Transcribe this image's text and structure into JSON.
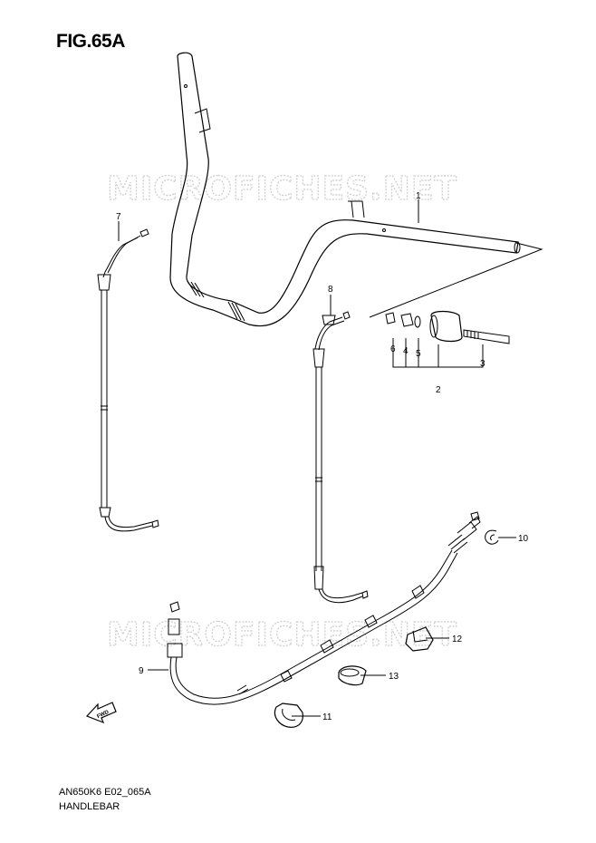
{
  "figure": {
    "title": "FIG.65A",
    "code": "AN650K6 E02_065A",
    "caption": "HANDLEBAR",
    "watermark": "MICROFICHES.NET",
    "fwd_label": "FWD"
  },
  "parts": [
    {
      "ref": "1"
    },
    {
      "ref": "2"
    },
    {
      "ref": "3"
    },
    {
      "ref": "4"
    },
    {
      "ref": "5"
    },
    {
      "ref": "6"
    },
    {
      "ref": "7"
    },
    {
      "ref": "8"
    },
    {
      "ref": "9"
    },
    {
      "ref": "10"
    },
    {
      "ref": "11"
    },
    {
      "ref": "12"
    },
    {
      "ref": "13"
    }
  ]
}
